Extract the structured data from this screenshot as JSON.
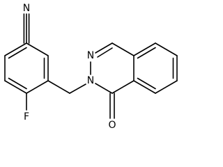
{
  "molecule": {
    "atoms": [
      {
        "id": "N_nitrile",
        "label": "N"
      },
      {
        "id": "F",
        "label": "F"
      },
      {
        "id": "N_ring",
        "label": "N"
      },
      {
        "id": "N_amide",
        "label": "N"
      },
      {
        "id": "O",
        "label": "O"
      }
    ],
    "bond_color": "#000000",
    "label_color": "#000000",
    "background": "#ffffff"
  }
}
